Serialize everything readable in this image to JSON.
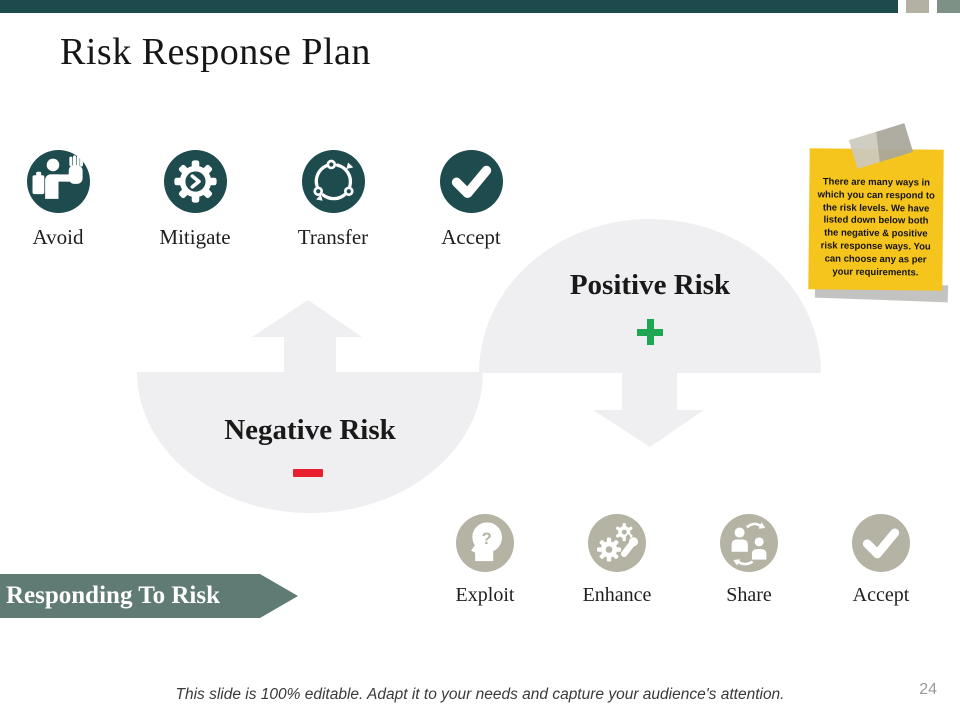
{
  "header": {
    "title": "Risk Response Plan"
  },
  "colors": {
    "bar_teal": "#1d4a4d",
    "icon_teal": "#1d4b4e",
    "icon_gray": "#b5b3a4",
    "shape_gray": "#efeff1",
    "ribbon_green": "#5f7b73",
    "plus_green": "#1ea750",
    "minus_red": "#e8202e",
    "note_yellow": "#f5c41d"
  },
  "top_icons": [
    {
      "label": "Avoid",
      "icon": "avoid-person-stop-hand-icon"
    },
    {
      "label": "Mitigate",
      "icon": "gear-chevron-icon"
    },
    {
      "label": "Transfer",
      "icon": "circular-arrows-icon"
    },
    {
      "label": "Accept",
      "icon": "checkmark-icon"
    }
  ],
  "bottom_icons": [
    {
      "label": "Exploit",
      "icon": "head-question-icon"
    },
    {
      "label": "Enhance",
      "icon": "gears-wrench-icon"
    },
    {
      "label": "Share",
      "icon": "people-exchange-icon"
    },
    {
      "label": "Accept",
      "icon": "checkmark-icon"
    }
  ],
  "negative": {
    "title": "Negative Risk",
    "symbol": "−"
  },
  "positive": {
    "title": "Positive Risk",
    "symbol": "+"
  },
  "sticky_note": {
    "text": "There are many ways in which you can respond to the risk levels. We have listed down below both the negative & positive risk response ways. You can choose any as per your requirements."
  },
  "ribbon": {
    "label": "Responding To Risk"
  },
  "footer": {
    "note": "This slide is 100% editable. Adapt it to your needs and capture your audience's attention.",
    "page_number": "24"
  }
}
